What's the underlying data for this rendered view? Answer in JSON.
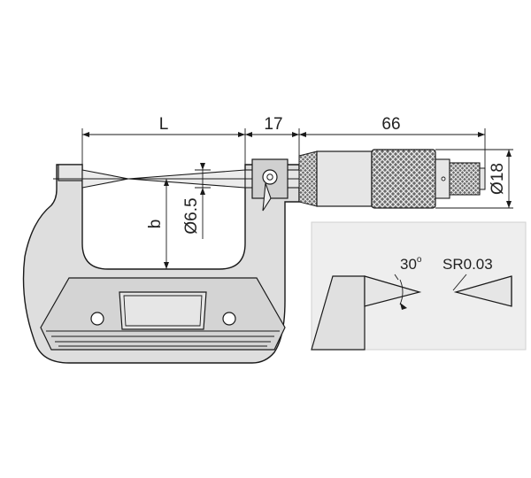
{
  "dimensions": {
    "length": "L",
    "anvil_length": "17",
    "thimble_length": "66",
    "thimble_diameter": "Ø18",
    "depth": "b",
    "spindle_diameter": "Ø6.5"
  },
  "detail": {
    "tip_angle": "30",
    "tip_angle_unit": "o",
    "tip_radius": "SR0.03"
  },
  "colors": {
    "fill": "#dedede",
    "detail_fill": "#eeeeee",
    "knurl": "#5a5a5a",
    "stroke": "#1a1a1a"
  }
}
